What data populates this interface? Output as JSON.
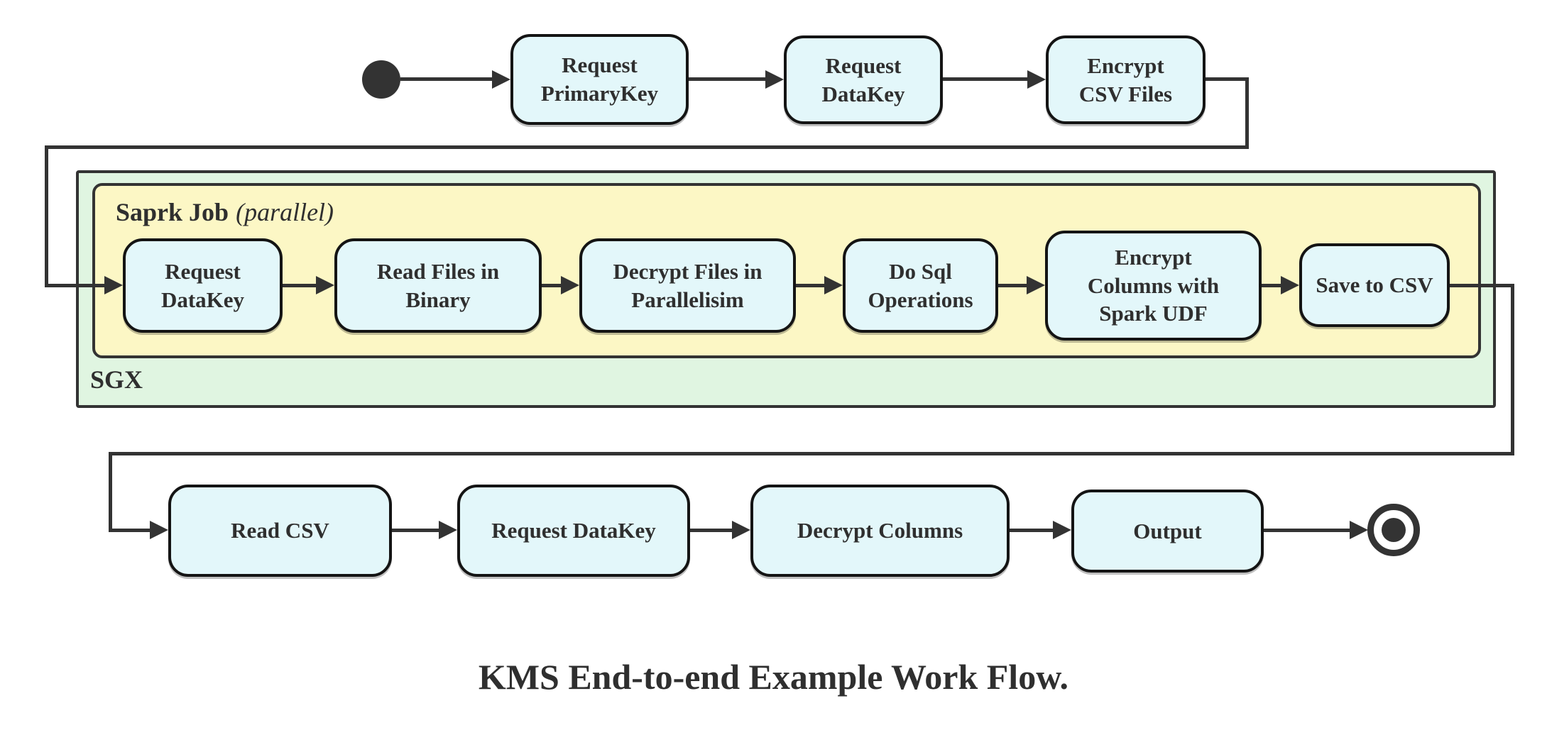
{
  "diagram": {
    "caption": "KMS End-to-end Example Work Flow.",
    "colors": {
      "state_fill": "#e3f7fa",
      "state_border": "#141414",
      "edge": "#333333",
      "sgx_fill": "#e0f5e1",
      "spark_fill": "#fcf7c5",
      "text": "#2f2f2f"
    },
    "containers": {
      "sgx": {
        "label": "SGX"
      },
      "spark": {
        "label": "Saprk Job",
        "annotation": "(parallel)"
      }
    },
    "rows": {
      "top": [
        {
          "label": "Request\nPrimaryKey"
        },
        {
          "label": "Request\nDataKey"
        },
        {
          "label": "Encrypt\nCSV Files"
        }
      ],
      "middle": [
        {
          "label": "Request\nDataKey"
        },
        {
          "label": "Read Files in\nBinary"
        },
        {
          "label": "Decrypt Files in\nParallelisim"
        },
        {
          "label": "Do Sql\nOperations"
        },
        {
          "label": "Encrypt\nColumns with\nSpark UDF"
        },
        {
          "label": "Save to CSV"
        }
      ],
      "bottom": [
        {
          "label": "Read CSV"
        },
        {
          "label": "Request DataKey"
        },
        {
          "label": "Decrypt Columns"
        },
        {
          "label": "Output"
        }
      ]
    }
  }
}
